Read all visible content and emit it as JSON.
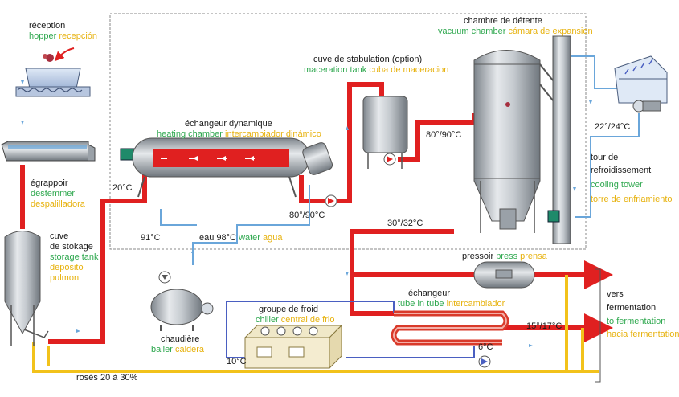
{
  "labels": {
    "reception": {
      "fr": "réception",
      "en": "hopper",
      "es": "recepción"
    },
    "egrappoir": {
      "fr": "égrappoir",
      "en": "destemmer",
      "es": "despalilladora"
    },
    "cuve_stokage": {
      "fr1": "cuve",
      "fr2": "de stokage",
      "en": "storage tank",
      "es1": "deposito",
      "es2": "pulmon"
    },
    "echangeur_dyn": {
      "fr": "échangeur dynamique",
      "en": "heating chamber",
      "es": "intercambiador dinámico"
    },
    "cuve_stab": {
      "fr": "cuve de stabulation (option)",
      "en": "maceration tank",
      "es": "cuba de maceracion"
    },
    "chambre_detente": {
      "fr": "chambre de détente",
      "en": "vacuum chamber",
      "es": "cámara de expansion"
    },
    "tour": {
      "fr1": "tour de",
      "fr2": "refroidissement",
      "en": "cooling tower",
      "es": "torre de enfriamiento"
    },
    "pressoir": {
      "fr": "pressoir",
      "en": "press",
      "es": "prensa"
    },
    "echangeur_tube": {
      "fr": "échangeur",
      "en": "tube in tube",
      "es": "intercambiador"
    },
    "groupe_froid": {
      "fr": "groupe de froid",
      "en": "chiller",
      "es": "central de frio"
    },
    "chaudiere": {
      "fr": "chaudière",
      "en": "bailer",
      "es": "caldera"
    },
    "fermentation": {
      "fr1": "vers",
      "fr2": "fermentation",
      "en": "to fermentation",
      "es": "hacia fermentation"
    },
    "eau": {
      "fr": "eau 98°C",
      "en": "water",
      "es": "agua"
    },
    "roses": "rosés 20 à 30%"
  },
  "temperatures": {
    "t20": "20°C",
    "t91": "91°C",
    "t8090a": "80°/90°C",
    "t8090b": "80°/90°C",
    "t2224": "22°/24°C",
    "t3032": "30°/32°C",
    "t1517": "15°/17°C",
    "t6": "6°C",
    "t10": "10°C"
  },
  "colors": {
    "hot_line": "#e02020",
    "warm_line": "#d93a2a",
    "water_line": "#6aa6da",
    "cold_line": "#4a5fc1",
    "yellow_line": "#f2c21b",
    "english": "#2fa84f",
    "spanish": "#e7b20e"
  }
}
